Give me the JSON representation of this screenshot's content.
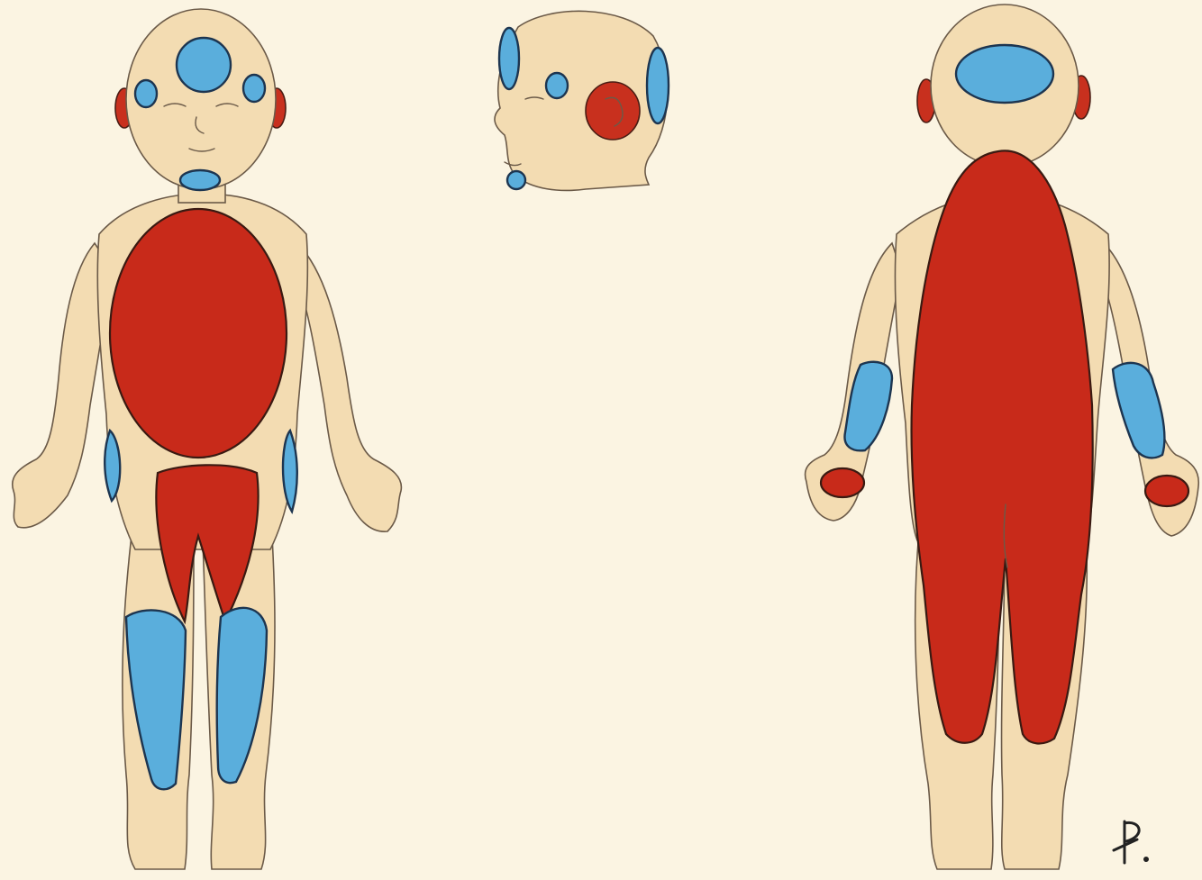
{
  "figure": {
    "artist_monogram": "P.",
    "colors": {
      "background": "#fbf4e2",
      "skin": "#f3dcb2",
      "red_zone": "#c82a1a",
      "blue_zone": "#5aaedc"
    },
    "views": [
      "front-view",
      "head-side-view",
      "back-view"
    ]
  }
}
